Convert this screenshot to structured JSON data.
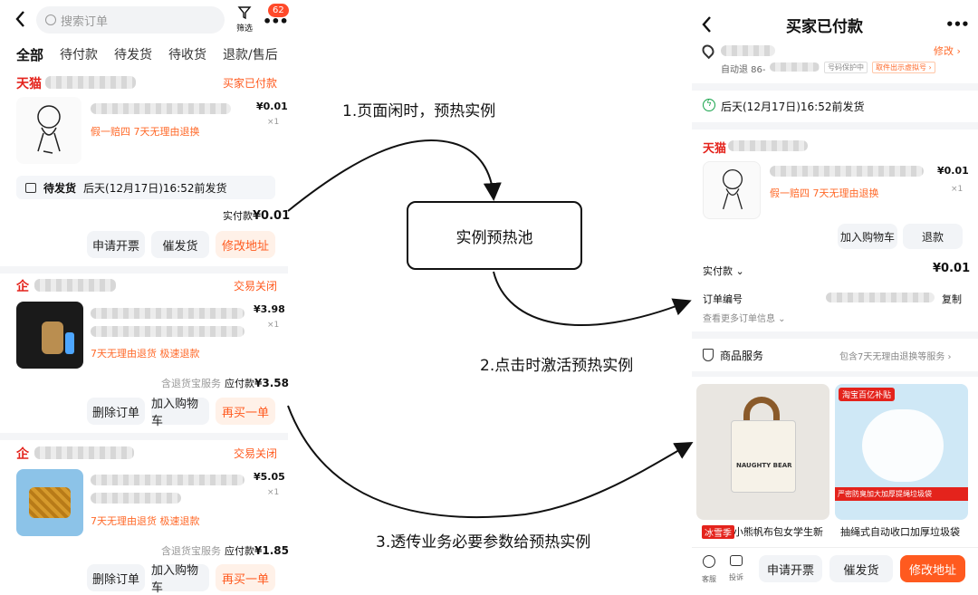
{
  "left": {
    "search_placeholder": "搜索订单",
    "filter_label": "筛选",
    "badge": "62",
    "tabs": [
      "全部",
      "待付款",
      "待发货",
      "待收货",
      "退款/售后"
    ],
    "order1": {
      "shop_prefix": "天猫",
      "status": "买家已付款",
      "price": "¥0.01",
      "qty": "×1",
      "tags": "假一赔四  7天无理由退换",
      "ship_label": "待发货",
      "ship_text": "后天(12月17日)16:52前发货",
      "paid_label": "实付款",
      "paid_amount": "¥0.01",
      "buttons": [
        "申请开票",
        "催发货",
        "修改地址"
      ]
    },
    "order2": {
      "status": "交易关闭",
      "price": "¥3.98",
      "qty": "×1",
      "tags": "7天无理由退货  极速退款",
      "service": "含退货宝服务",
      "paid_label": "应付款",
      "paid_amount": "¥3.58",
      "buttons": [
        "删除订单",
        "加入购物车",
        "再买一单"
      ]
    },
    "order3": {
      "status": "交易关闭",
      "price": "¥5.05",
      "qty": "×1",
      "tags": "7天无理由退货  极速退款",
      "service": "含退货宝服务",
      "paid_label": "应付款",
      "paid_amount": "¥1.85",
      "buttons": [
        "删除订单",
        "加入购物车",
        "再买一单"
      ]
    }
  },
  "diagram": {
    "step1": "1.页面闲时，预热实例",
    "pool": "实例预热池",
    "step2": "2.点击时激活预热实例",
    "step3": "3.透传业务必要参数给预热实例"
  },
  "right": {
    "title": "买家已付款",
    "modify": "修改 ›",
    "auto_return": "自动退 86-",
    "number_protect": "号码保护中",
    "virtual_number": "取件出示虚拟号 ›",
    "ship_text": "后天(12月17日)16:52前发货",
    "shop_prefix": "天猫",
    "price": "¥0.01",
    "qty": "×1",
    "tags": "假一赔四  7天无理由退换",
    "item_buttons": [
      "加入购物车",
      "退款"
    ],
    "paid_label": "实付款 ⌄",
    "paid_amount": "¥0.01",
    "order_no_label": "订单编号",
    "copy": "复制",
    "more_info": "查看更多订单信息 ⌄",
    "service_label": "商品服务",
    "service_text": "包含7天无理由退换等服务 ›",
    "product1_badge": "冰雪季",
    "product1_name": "小熊帆布包女学生新",
    "product1_print": "NAUGHTY BEAR",
    "product2_top": "淘宝百亿补贴",
    "product2_name": "抽绳式自动收口加厚垃圾袋",
    "product2_banner": "严密防臭加大加厚提绳垃圾袋",
    "bottom_icons": [
      "客服",
      "投诉"
    ],
    "bottom_buttons": [
      "申请开票",
      "催发货",
      "修改地址"
    ]
  }
}
